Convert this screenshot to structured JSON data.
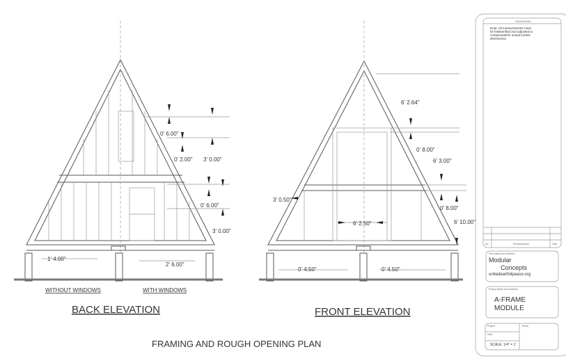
{
  "back_elevation": {
    "title": "BACK ELEVATION",
    "dims": [
      "0' 6.00\"",
      "0' 2.00\"",
      "3' 0.00\"",
      "0' 6.00\"",
      "3' 0.00\"",
      "1' 4.00\"",
      "2' 6.00\""
    ],
    "label_left": "WITHOUT WINDOWS",
    "label_right": "WITH WINDOWS"
  },
  "front_elevation": {
    "title": "FRONT ELEVATION",
    "dims": [
      "6' 2.64\"",
      "0' 8.00\"",
      "6' 3.00\"",
      "3' 0.50\"",
      "0' 8.00\"",
      "6' 2.50\"",
      "6' 10.00\"",
      "0' 4.50\"",
      "0' 4.50\""
    ]
  },
  "plan_title": "FRAMING AND ROUGH OPENING PLAN",
  "title_block": {
    "notes_header": "General Notes",
    "note": [
      "Note: All measurements must",
      "be fieldverified and adjusted to",
      "compensatefor actual lumber",
      "dimensions."
    ],
    "revision_cols": [
      "No.",
      "Revision/Issue",
      "Date"
    ],
    "firm_header": "Firm Name and Address",
    "firm_line1": "Modular",
    "firm_line2": "Concepts",
    "firm_url": "unitedearth4peace.org",
    "project_header": "Project Name and Address",
    "project_line1": "A-FRAME",
    "project_line2": "MODULE",
    "project_label": "Project",
    "sheet_label": "Sheet",
    "date_label": "Date",
    "scale": "SCALE: 1/4\" = 1'"
  }
}
